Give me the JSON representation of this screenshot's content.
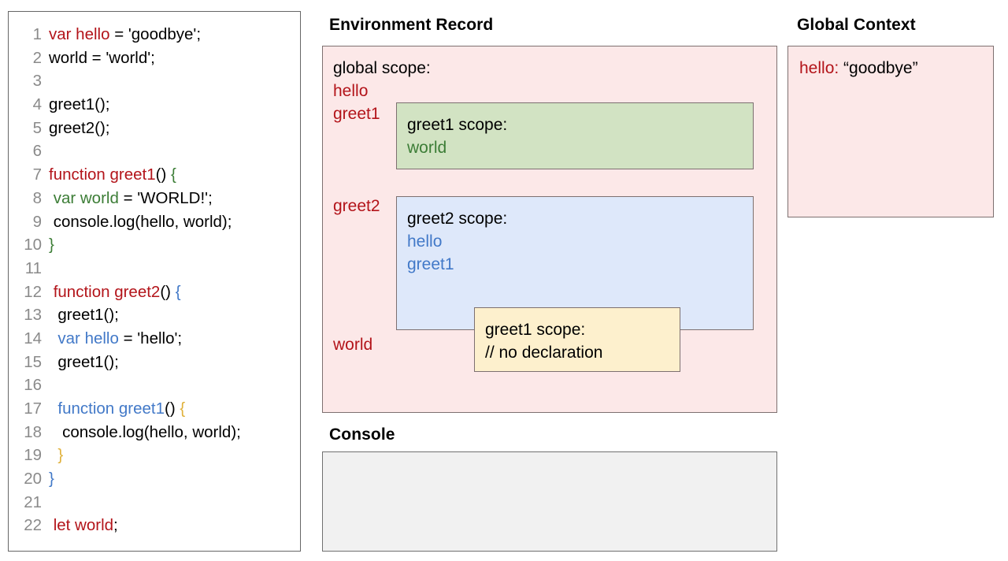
{
  "code_editor": {
    "lines": [
      {
        "n": "1",
        "tokens": [
          {
            "t": "var hello",
            "c": "red"
          },
          {
            "t": " = 'goodbye';",
            "c": "black"
          }
        ]
      },
      {
        "n": "2",
        "tokens": [
          {
            "t": "world = 'world';",
            "c": "black"
          }
        ]
      },
      {
        "n": "3",
        "tokens": []
      },
      {
        "n": "4",
        "tokens": [
          {
            "t": "greet1();",
            "c": "black"
          }
        ]
      },
      {
        "n": "5",
        "tokens": [
          {
            "t": "greet2();",
            "c": "black"
          }
        ]
      },
      {
        "n": "6",
        "tokens": []
      },
      {
        "n": "7",
        "tokens": [
          {
            "t": "function greet1",
            "c": "red"
          },
          {
            "t": "() ",
            "c": "black"
          },
          {
            "t": "{",
            "c": "green"
          }
        ]
      },
      {
        "n": "8",
        "tokens": [
          {
            "t": " ",
            "c": "black"
          },
          {
            "t": "var world",
            "c": "green"
          },
          {
            "t": " = 'WORLD!';",
            "c": "black"
          }
        ]
      },
      {
        "n": "9",
        "tokens": [
          {
            "t": " console.log(hello, world);",
            "c": "black"
          }
        ]
      },
      {
        "n": "10",
        "tokens": [
          {
            "t": "}",
            "c": "green"
          }
        ]
      },
      {
        "n": "11",
        "tokens": []
      },
      {
        "n": "12",
        "tokens": [
          {
            "t": " ",
            "c": "black"
          },
          {
            "t": "function greet2",
            "c": "red"
          },
          {
            "t": "() ",
            "c": "black"
          },
          {
            "t": "{",
            "c": "blue"
          }
        ]
      },
      {
        "n": "13",
        "tokens": [
          {
            "t": "  greet1();",
            "c": "black"
          }
        ]
      },
      {
        "n": "14",
        "tokens": [
          {
            "t": "  ",
            "c": "black"
          },
          {
            "t": "var hello",
            "c": "blue"
          },
          {
            "t": " = 'hello';",
            "c": "black"
          }
        ]
      },
      {
        "n": "15",
        "tokens": [
          {
            "t": "  greet1();",
            "c": "black"
          }
        ]
      },
      {
        "n": "16",
        "tokens": []
      },
      {
        "n": "17",
        "tokens": [
          {
            "t": "  ",
            "c": "black"
          },
          {
            "t": "function greet1",
            "c": "blue"
          },
          {
            "t": "() ",
            "c": "black"
          },
          {
            "t": "{",
            "c": "yellow"
          }
        ]
      },
      {
        "n": "18",
        "tokens": [
          {
            "t": "   console.log(hello, world);",
            "c": "black"
          }
        ]
      },
      {
        "n": "19",
        "tokens": [
          {
            "t": "  ",
            "c": "black"
          },
          {
            "t": "}",
            "c": "yellow"
          }
        ]
      },
      {
        "n": "20",
        "tokens": [
          {
            "t": "}",
            "c": "blue"
          }
        ]
      },
      {
        "n": "21",
        "tokens": []
      },
      {
        "n": "22",
        "tokens": [
          {
            "t": " ",
            "c": "black"
          },
          {
            "t": "let world",
            "c": "red"
          },
          {
            "t": ";",
            "c": "black"
          }
        ]
      }
    ]
  },
  "environment_record": {
    "heading": "Environment Record",
    "global_scope_title": "global scope:",
    "vars": {
      "hello": "hello",
      "greet1": "greet1",
      "greet2": "greet2",
      "world": "world"
    },
    "greet1_scope": {
      "title": "greet1 scope:",
      "var_world": "world"
    },
    "greet2_scope": {
      "title": "greet2 scope:",
      "var_hello": "hello",
      "var_greet1": "greet1",
      "inner_greet1_scope": {
        "title": "greet1 scope:",
        "note": "// no declaration"
      }
    }
  },
  "global_context": {
    "heading": "Global Context",
    "entry_key": "hello:",
    "entry_value": "“goodbye”"
  },
  "console": {
    "heading": "Console",
    "output": ""
  },
  "colors": {
    "red": "#b3141a",
    "blue": "#4279c8",
    "green": "#3c7d36",
    "yellow": "#e0b13c",
    "pink_bg": "#fce8e8",
    "green_bg": "#d2e3c3",
    "blue_bg": "#dee8fa",
    "yellow_bg": "#fdf0cd",
    "console_bg": "#f1f1f1",
    "lineno": "#8a8a8a",
    "border": "#7d7070"
  }
}
